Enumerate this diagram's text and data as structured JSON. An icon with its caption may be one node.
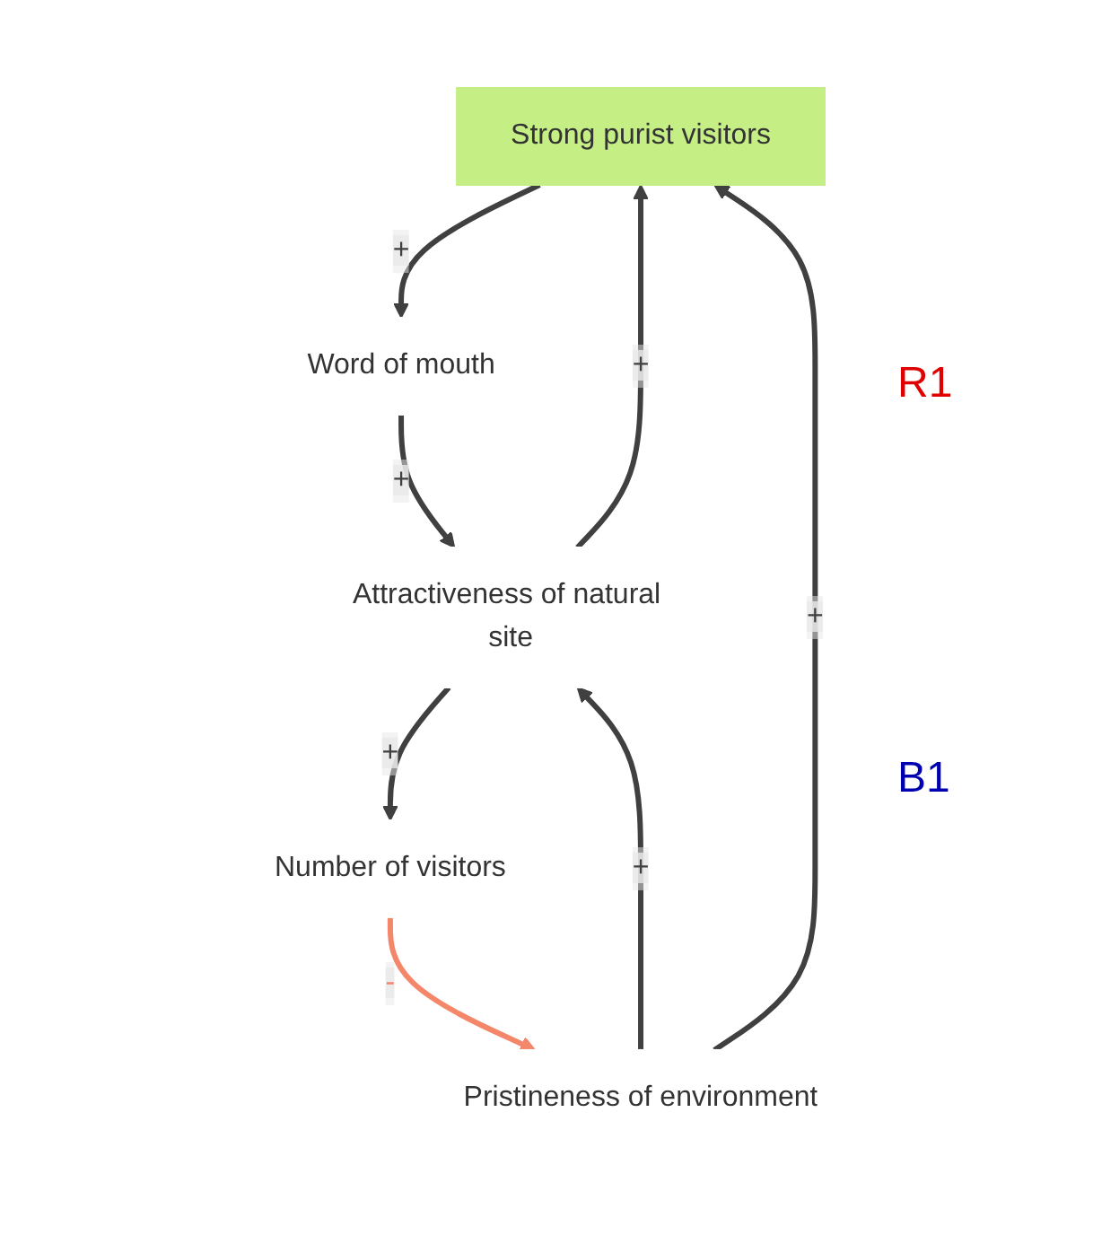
{
  "diagram": {
    "nodes": [
      {
        "text": [
          "Strong purist visitors"
        ]
      },
      {
        "text": [
          "Word of mouth"
        ]
      },
      {
        "text": [
          "Attractiveness of natural site"
        ]
      },
      {
        "text": [
          "Pristineness of environment"
        ]
      },
      {
        "text": [
          "Number of visitors"
        ]
      }
    ],
    "edges": [
      {
        "from": 0,
        "to": 1,
        "arrow": "to",
        "label": "+"
      },
      {
        "from": 1,
        "to": 2,
        "arrow": "to",
        "label": "+"
      },
      {
        "from": 2,
        "to": 0,
        "arrow": "to",
        "label": "+"
      },
      {
        "from": 3,
        "to": 0,
        "arrow": "to",
        "label": "+"
      },
      {
        "from": 3,
        "to": 2,
        "arrow": "to",
        "label": "+"
      },
      {
        "from": 2,
        "to": 4,
        "arrow": "to",
        "label": "+"
      },
      {
        "from": 4,
        "to": 3,
        "arrow": "to",
        "label": "-",
        "color": "#f4876a"
      }
    ],
    "labels": [
      "R1",
      "B1"
    ]
  }
}
